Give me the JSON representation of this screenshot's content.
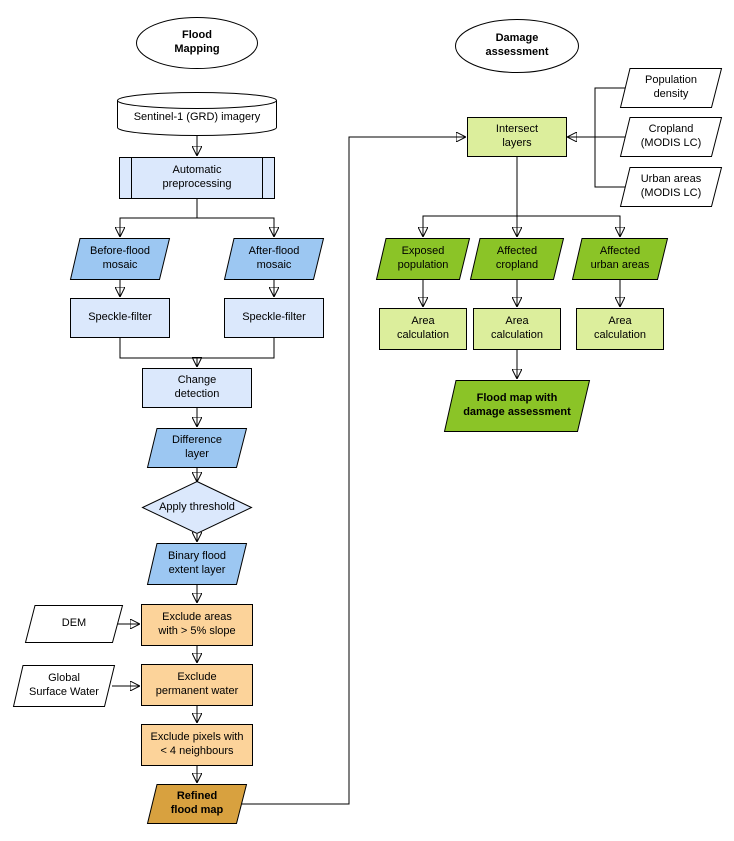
{
  "titles": {
    "flood_mapping": "Flood Mapping",
    "damage_assessment": "Damage assessment"
  },
  "flood_flow": {
    "sentinel": "Sentinel-1 (GRD) imagery",
    "preprocessing": "Automatic preprocessing",
    "before_mosaic": "Before-flood mosaic",
    "after_mosaic": "After-flood mosaic",
    "speckle_left": "Speckle-filter",
    "speckle_right": "Speckle-filter",
    "change_detection": "Change detection",
    "difference_layer": "Difference layer",
    "apply_threshold": "Apply threshold",
    "binary_flood": "Binary flood extent layer",
    "dem": "DEM",
    "exclude_slope": "Exclude areas with > 5% slope",
    "global_surface_water": "Global Surface Water",
    "exclude_permanent_water": "Exclude permanent water",
    "exclude_pixels": "Exclude pixels with < 4 neighbours",
    "refined_flood_map": "Refined flood map"
  },
  "damage_flow": {
    "intersect_layers": "Intersect layers",
    "population_density": "Population density",
    "cropland": "Cropland (MODIS LC)",
    "urban_areas": "Urban areas (MODIS LC)",
    "exposed_population": "Exposed population",
    "affected_cropland": "Affected cropland",
    "affected_urban": "Affected urban areas",
    "area_calc_population": "Area calculation",
    "area_calc_cropland": "Area calculation",
    "area_calc_urban": "Area calculation",
    "final_map": "Flood map with damage assessment"
  },
  "colors": {
    "process_light_blue": "#dbe8fc",
    "data_blue": "#9cc7f2",
    "exclude_orange": "#fcd39a",
    "refined_orange": "#d8a13f",
    "light_green": "#dcee9c",
    "result_green": "#8bc427",
    "shape_white": "#ffffff",
    "border_black": "#000000"
  }
}
